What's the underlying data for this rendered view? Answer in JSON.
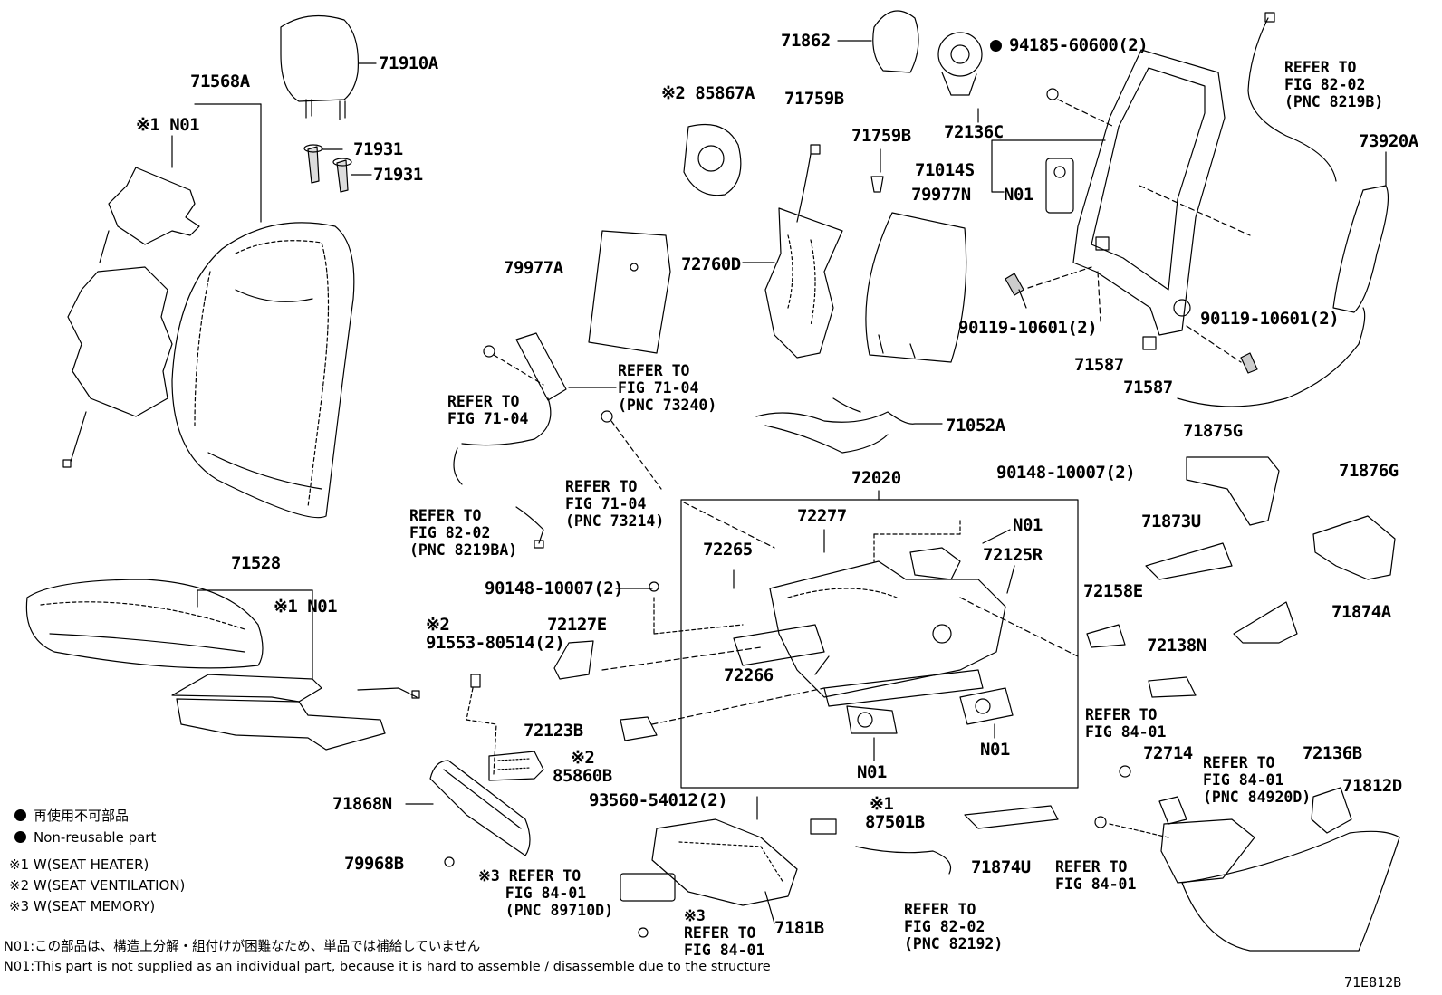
{
  "parts": {
    "p71910A": "71910A",
    "p71568A": "71568A",
    "n01_heater_back": "※1 N01",
    "p71931a": "71931",
    "p71931b": "71931",
    "p71862": "71862",
    "p94185": "94185-60600(2)",
    "p72136C": "72136C",
    "p85867A": "※2 85867A",
    "p71759Ba": "71759B",
    "p71759Bb": "71759B",
    "p71014S": "71014S",
    "n01_frame": "N01",
    "p79977N": "79977N",
    "p79977A": "79977A",
    "p72760D": "72760D",
    "p73920A": "73920A",
    "p90119a": "90119-10601(2)",
    "p90119b": "90119-10601(2)",
    "p71587a": "71587",
    "p71587b": "71587",
    "p71052A": "71052A",
    "p72020": "72020",
    "p90148a": "90148-10007(2)",
    "p90148b": "90148-10007(2)",
    "p72277": "72277",
    "n01_track": "N01",
    "p72265": "72265",
    "p72125R": "72125R",
    "p71528": "71528",
    "n01_heater_cush": "※1 N01",
    "p91553_mark": "※2",
    "p91553": "91553-80514(2)",
    "p72127E": "72127E",
    "p72266": "72266",
    "p72123B": "72123B",
    "n01_motor_a": "N01",
    "n01_motor_b": "N01",
    "p85860B_mark": "※2",
    "p85860B": "85860B",
    "p71875G": "71875G",
    "p71876G": "71876G",
    "p71873U": "71873U",
    "p72158E": "72158E",
    "p71874A": "71874A",
    "p72138N": "72138N",
    "p72714": "72714",
    "p72136B": "72136B",
    "p71812D": "71812D",
    "p71868N": "71868N",
    "p79968B": "79968B",
    "p93560": "93560-54012(2)",
    "p87501B_mark": "※1",
    "p87501B": "87501B",
    "p71874U": "71874U",
    "p7181B": "7181B"
  },
  "refs": {
    "r_fig8202_top": "REFER TO\nFIG 82-02\n(PNC 8219B)",
    "r_fig7104_a": "REFER TO\nFIG 71-04",
    "r_fig7104_b": "REFER TO\nFIG 71-04\n(PNC 73240)",
    "r_fig7104_c": "REFER TO\nFIG 71-04\n(PNC 73214)",
    "r_fig8202_mid": "REFER TO\nFIG 82-02\n(PNC 8219BA)",
    "r_fig8401_a": "REFER TO\nFIG 84-01",
    "r_fig8401_b": "REFER TO\nFIG 84-01\n(PNC 84920D)",
    "r_fig8401_c": "REFER TO\nFIG 84-01",
    "r_fig8401_d": "※3 REFER TO\n   FIG 84-01\n   (PNC 89710D)",
    "r_fig8401_e": "※3\nREFER TO\nFIG 84-01",
    "r_fig8202_bot": "REFER TO\nFIG 82-02\n(PNC 82192)"
  },
  "legend": {
    "reuse_jp": "再使用不可部品",
    "reuse_en": "Non-reusable part",
    "m1": "※1 W(SEAT HEATER)",
    "m2": "※2 W(SEAT VENTILATION)",
    "m3": "※3 W(SEAT MEMORY)"
  },
  "notes": {
    "jp": "N01:この部品は、構造上分解・組付けが困難なため、単品では補給していません",
    "en": "N01:This part is not supplied as an individual part, because it is hard to assemble / disassemble due to the structure"
  },
  "figure_id": "71E812B"
}
